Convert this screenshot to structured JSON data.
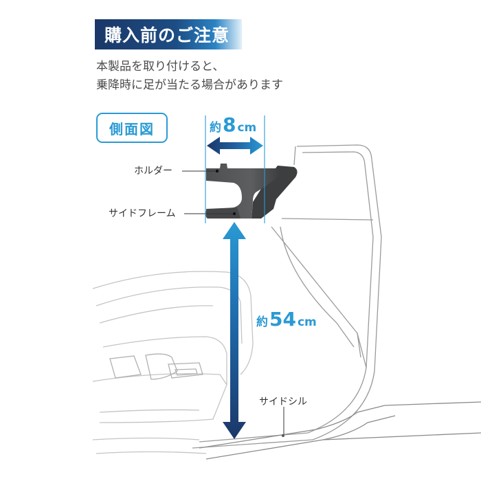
{
  "title": "購入前のご注意",
  "caution_lines": [
    "本製品を取り付けると、",
    "乗降時に足が当たる場合があります"
  ],
  "view_label": "側面図",
  "labels": {
    "holder": "ホルダー",
    "side_frame": "サイドフレーム",
    "side_sill": "サイドシル"
  },
  "measurements": {
    "width": {
      "approx": "約",
      "value": "8",
      "unit": "cm"
    },
    "height": {
      "approx": "約",
      "value": "54",
      "unit": "cm"
    }
  },
  "colors": {
    "banner_dark": "#1b3768",
    "banner_light": "#2b83c4",
    "accent": "#2a9ad4",
    "arrow_dark": "#1b3768",
    "product": "#58595b"
  },
  "icons": {
    "width_arrow": "double-arrow-horizontal-icon",
    "height_arrow": "double-arrow-vertical-icon"
  }
}
